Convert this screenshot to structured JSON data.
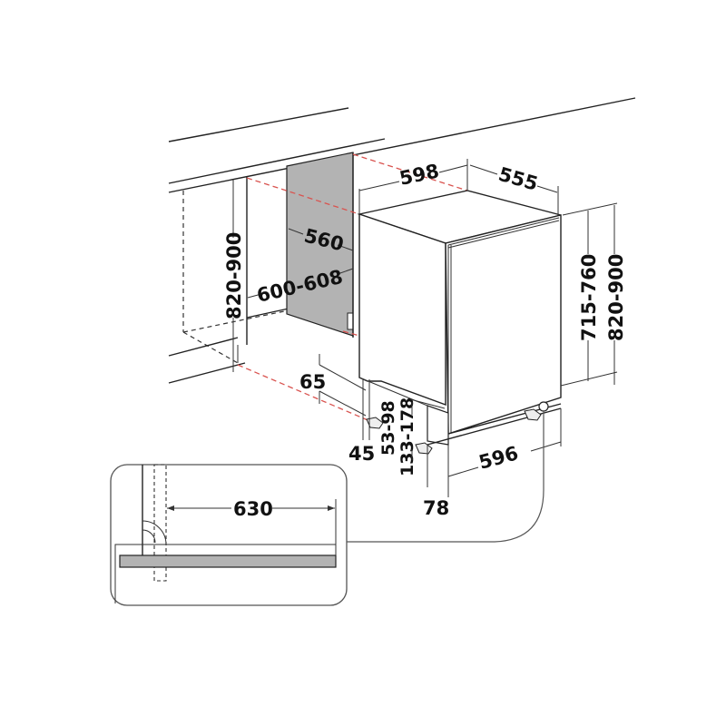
{
  "diagram": {
    "type": "installation-dimension-drawing",
    "subject": "built-in dishwasher",
    "colors": {
      "line": "#222222",
      "guide_dashed_red": "#d9534f",
      "cabinet_back_panel": "#b3b3b3",
      "inset_plate": "#b3b3b3",
      "background": "#ffffff"
    },
    "dimensions": {
      "appliance_width": "598",
      "appliance_depth": "555",
      "niche_depth": "560",
      "niche_width": "600-608",
      "niche_height_left": "820-900",
      "appliance_height": "715-760",
      "niche_height_right": "820-900",
      "plinth_height": "65",
      "plinth_offset": "45",
      "front_foot_range": "53-98",
      "rear_foot_range": "133-178",
      "foot_depth": "596",
      "door_offset": "78",
      "door_opening_clearance": "630"
    },
    "inset": {
      "title": "door opening detail",
      "dimension": "630"
    }
  }
}
